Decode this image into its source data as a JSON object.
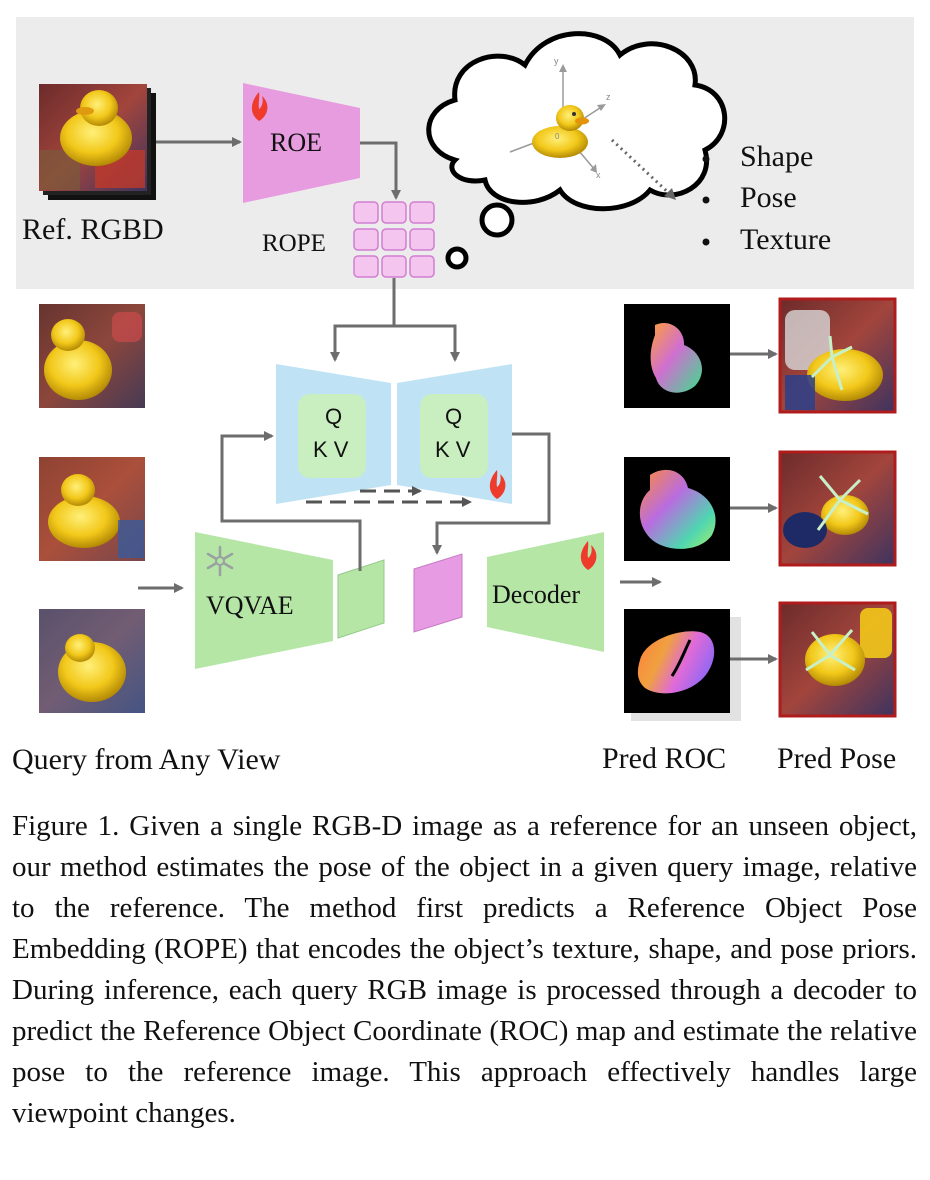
{
  "figure": {
    "ref_label": "Ref. RGBD",
    "roe_label": "ROE",
    "rope_label": "ROPE",
    "thought_bullets": [
      "Shape",
      "Pose",
      "Texture"
    ],
    "axes": {
      "x": "x",
      "y": "y",
      "z": "z",
      "origin": "0"
    },
    "attn_left_q": "Q",
    "attn_left_kv": "K V",
    "attn_right_q": "Q",
    "attn_right_kv": "K V",
    "vqvae_label": "VQVAE",
    "decoder_label": "Decoder",
    "query_label": "Query from Any View",
    "pred_roc_label": "Pred ROC",
    "pred_pose_label": "Pred Pose",
    "colors": {
      "gray_panel": "#ececec",
      "roe_pink": "#e89ce0",
      "rope_pink": "#f4c6ef",
      "attn_blue": "#bfe3f5",
      "qkv_green": "#c9efc0",
      "encoder_green": "#b5e6a6",
      "latent_pink": "#e79be2",
      "pose_border": "#b01c1c",
      "duck_yellow": "#f2c81a"
    }
  },
  "caption": "Figure 1. Given a single RGB-D image as a reference for an unseen object, our method estimates the pose of the object in a given query image, relative to the reference. The method first predicts a Reference Object Pose Embedding (ROPE) that encodes the object’s texture, shape, and pose priors. During inference, each query RGB image is processed through a decoder to predict the Reference Object Coordinate (ROC) map and estimate the relative pose to the reference image. This approach effectively handles large viewpoint changes."
}
